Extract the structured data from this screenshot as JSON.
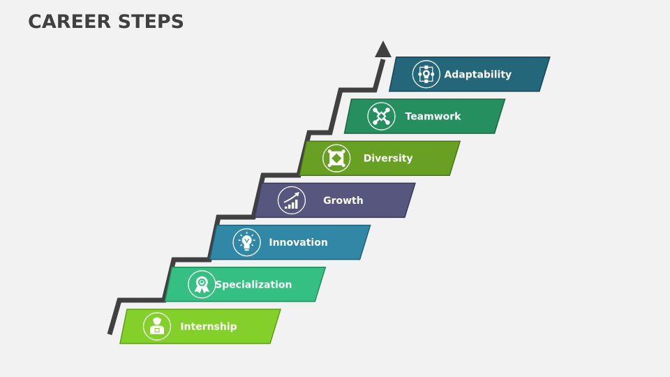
{
  "title": "CAREER STEPS",
  "steps": [
    {
      "label": "Internship",
      "icon": "intern-person-icon",
      "color": "#84d02a",
      "stroke": "#5f9c1a"
    },
    {
      "label": "Specialization",
      "icon": "award-ribbon-icon",
      "color": "#35bf82",
      "stroke": "#238a5b"
    },
    {
      "label": "Innovation",
      "icon": "lightbulb-icon",
      "color": "#3188a6",
      "stroke": "#1f6179"
    },
    {
      "label": "Growth",
      "icon": "growth-chart-icon",
      "color": "#56567e",
      "stroke": "#393a5a"
    },
    {
      "label": "Diversity",
      "icon": "diverse-hands-icon",
      "color": "#68a024",
      "stroke": "#497518"
    },
    {
      "label": "Teamwork",
      "icon": "team-people-icon",
      "color": "#268f60",
      "stroke": "#196642"
    },
    {
      "label": "Adaptability",
      "icon": "adaptability-cycle-icon",
      "color": "#24667a",
      "stroke": "#164656"
    }
  ],
  "arrow_color": "#404040"
}
